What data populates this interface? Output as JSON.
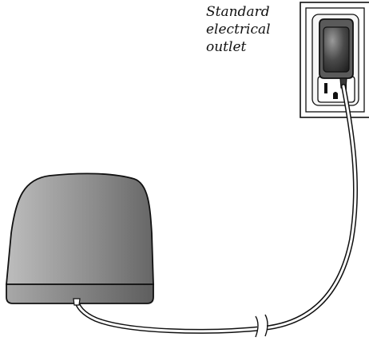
{
  "callout": {
    "line1": "Standard",
    "line2": "electrical",
    "line3": "outlet"
  },
  "colors": {
    "outline": "#111111",
    "device_light": "#b8b8b8",
    "device_dark": "#6a6a6a",
    "plug_light": "#8a8a8a",
    "plug_dark": "#2a2a2a",
    "wall_plate": "#ffffff",
    "receptacle": "#f4f4f4",
    "cord": "#ffffff"
  }
}
